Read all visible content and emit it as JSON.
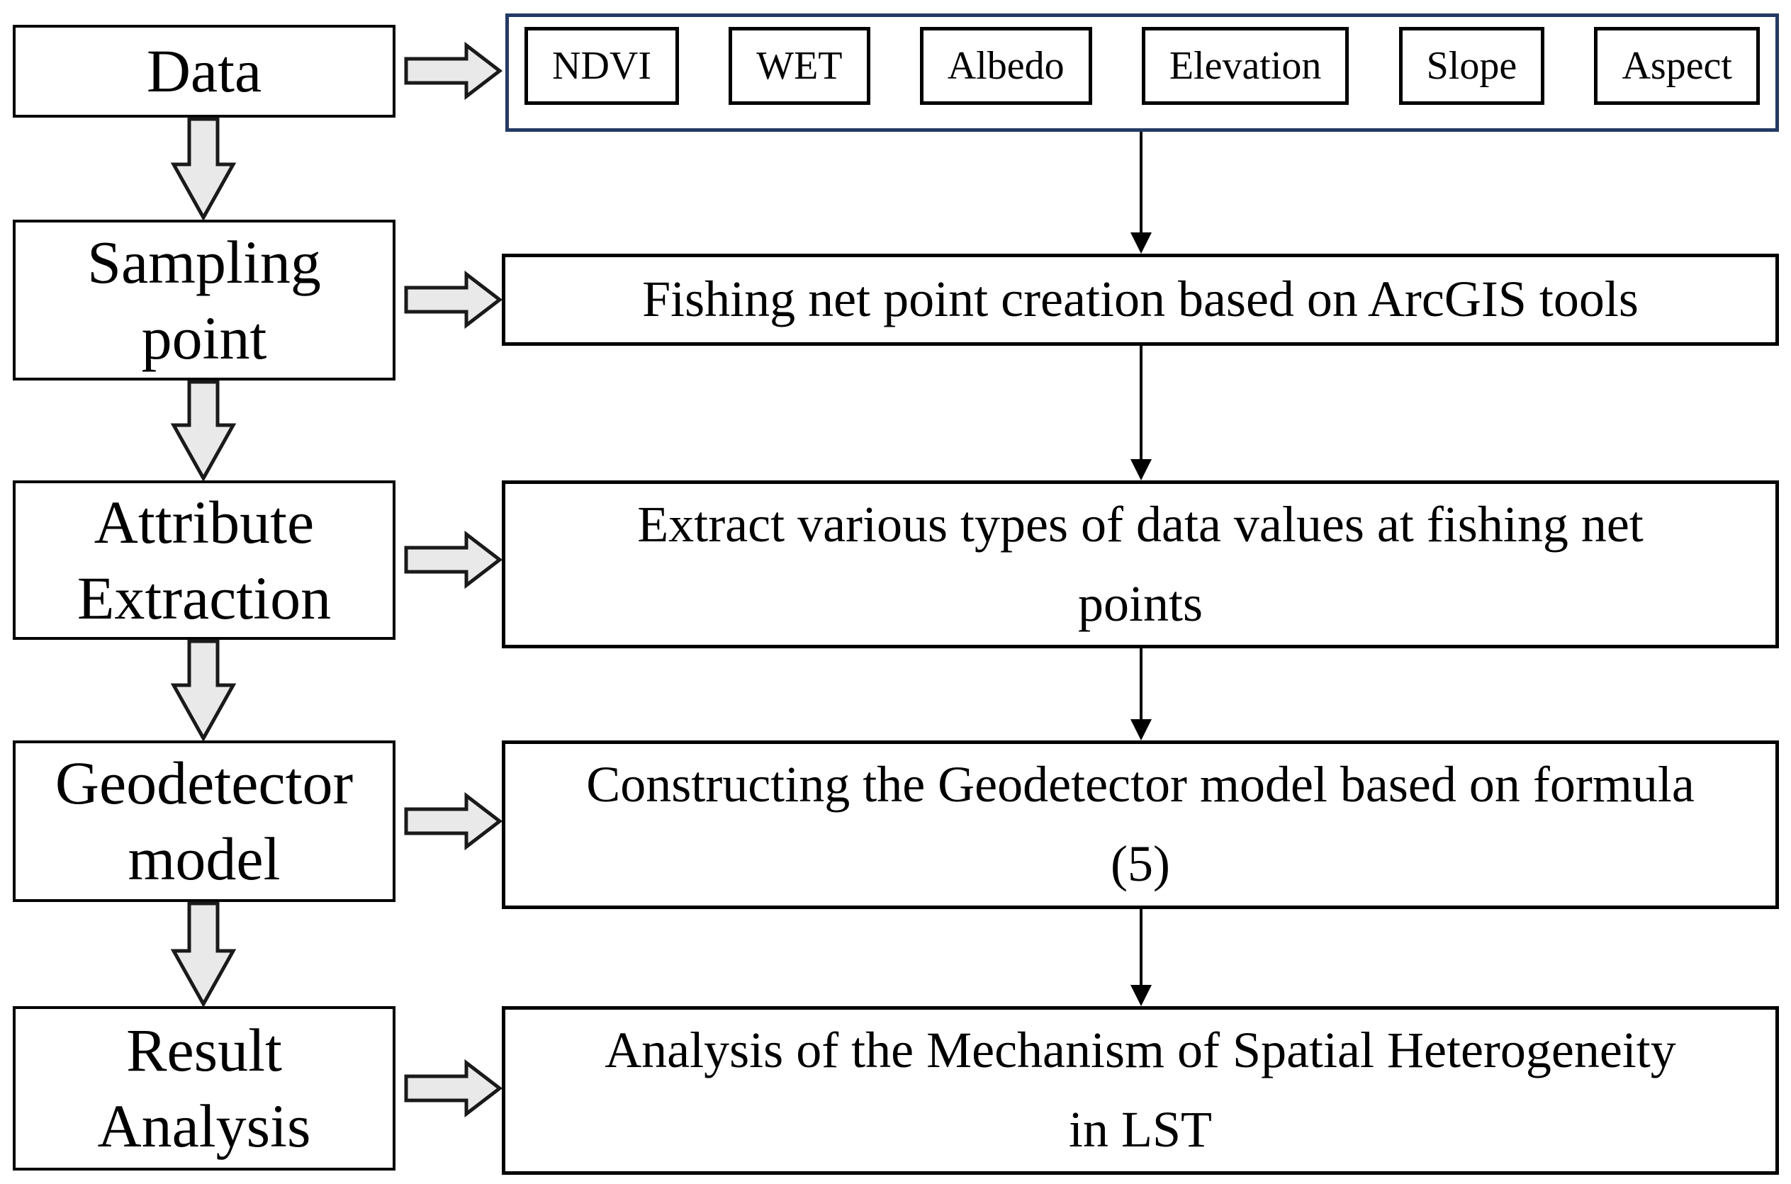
{
  "flowchart": {
    "stages": [
      {
        "label": "Data"
      },
      {
        "label": "Sampling\npoint"
      },
      {
        "label": "Attribute\nExtraction"
      },
      {
        "label": "Geodetector\nmodel"
      },
      {
        "label": "Result\nAnalysis"
      }
    ],
    "data_layers": [
      {
        "label": "NDVI"
      },
      {
        "label": "WET"
      },
      {
        "label": "Albedo"
      },
      {
        "label": "Elevation"
      },
      {
        "label": "Slope"
      },
      {
        "label": "Aspect"
      }
    ],
    "processes": [
      {
        "label": "Fishing net point creation based on ArcGIS tools"
      },
      {
        "label": "Extract various types of data values at fishing net\npoints"
      },
      {
        "label": "Constructing the Geodetector model based on formula\n(5)"
      },
      {
        "label": "Analysis of the Mechanism of Spatial Heterogeneity\nin LST"
      }
    ],
    "colors": {
      "background": "#ffffff",
      "text": "#000000",
      "box_border": "#000000",
      "container_border": "#243a64",
      "block_arrow_fill": "#e9e9e9",
      "block_arrow_outline": "#1a1a1a",
      "connector": "#000000"
    }
  }
}
